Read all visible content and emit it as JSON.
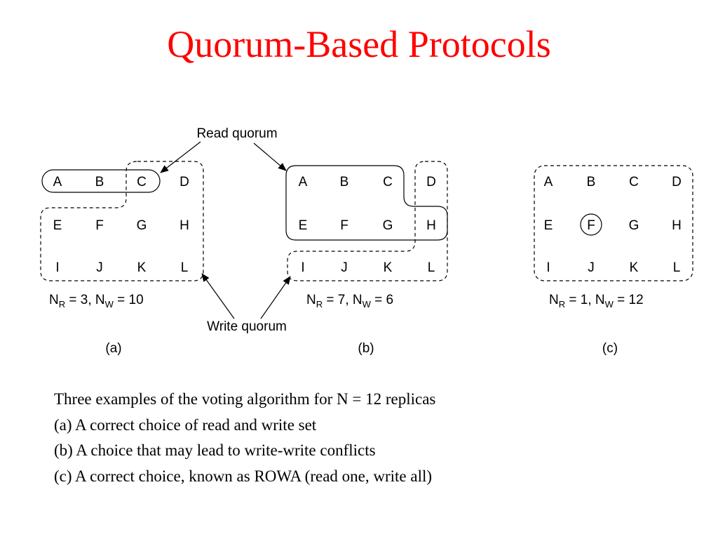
{
  "title": "Quorum-Based Protocols",
  "diagram": {
    "read_quorum_label": "Read quorum",
    "write_quorum_label": "Write quorum",
    "replicas": [
      [
        "A",
        "B",
        "C",
        "D"
      ],
      [
        "E",
        "F",
        "G",
        "H"
      ],
      [
        "I",
        "J",
        "K",
        "L"
      ]
    ],
    "panels": [
      {
        "label": "(a)",
        "n_r": "3",
        "n_w": "10"
      },
      {
        "label": "(b)",
        "n_r": "7",
        "n_w": "6"
      },
      {
        "label": "(c)",
        "n_r": "1",
        "n_w": "12"
      }
    ],
    "n_prefix": "N",
    "r_sub": "R",
    "w_sub": "W"
  },
  "caption": [
    "Three examples of the voting algorithm for N = 12 replicas",
    "(a) A correct choice of read and write set",
    "(b) A choice that may lead to write-write conflicts",
    "(c) A correct choice, known as ROWA (read one, write all)"
  ]
}
